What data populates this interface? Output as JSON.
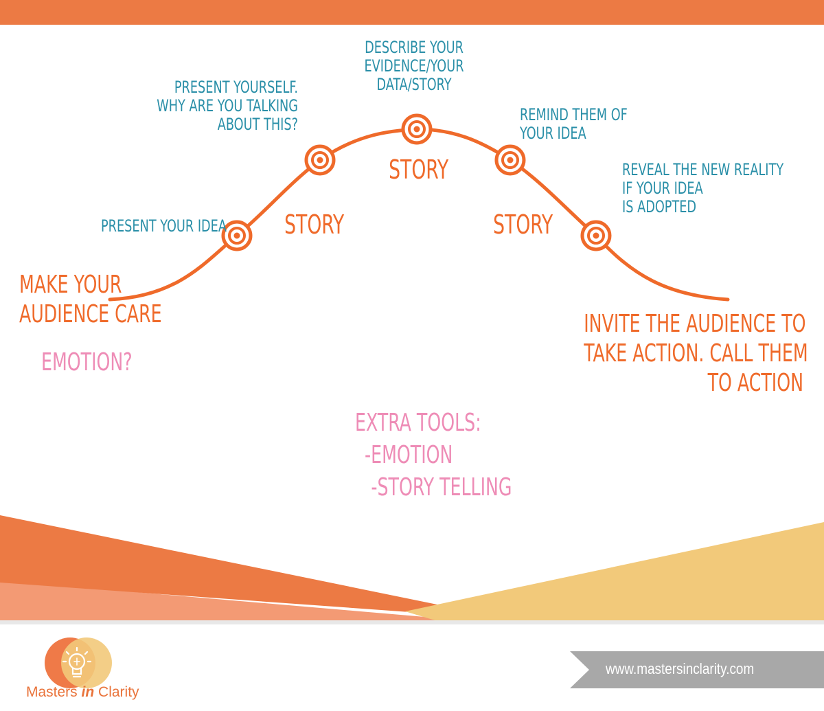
{
  "header": {
    "bar_color": "#ec7a44"
  },
  "curve": {
    "start_label_lines": [
      "Make your",
      "audience Care"
    ],
    "start_sub": "Emotion?",
    "end_label_lines": [
      "Invite the audience to",
      "take action. Call them",
      "to action"
    ],
    "milestones": [
      {
        "lines": [
          "Present your idea"
        ]
      },
      {
        "lines": [
          "Present yourself.",
          "Why are YOU talking",
          "about this?"
        ]
      },
      {
        "lines": [
          "Describe your",
          "evidence/your",
          "data/story"
        ]
      },
      {
        "lines": [
          "Remind them of",
          "your idea"
        ]
      },
      {
        "lines": [
          "Reveal the new reality",
          "if your idea",
          "is adopted"
        ]
      }
    ],
    "story_labels": [
      "Story",
      "Story",
      "Story"
    ]
  },
  "extra_tools": {
    "title": "Extra Tools:",
    "items": [
      "-Emotion",
      "-Story telling"
    ]
  },
  "footer": {
    "brand": "Masters",
    "brand_in": "in",
    "brand_end": "Clarity",
    "url": "www.mastersinclarity.com"
  },
  "colors": {
    "orange": "#ef6a2a",
    "blue": "#2a8fa8",
    "pink": "#ee8cb6",
    "yellow": "#f2c97a",
    "salmon": "#f39a74"
  }
}
